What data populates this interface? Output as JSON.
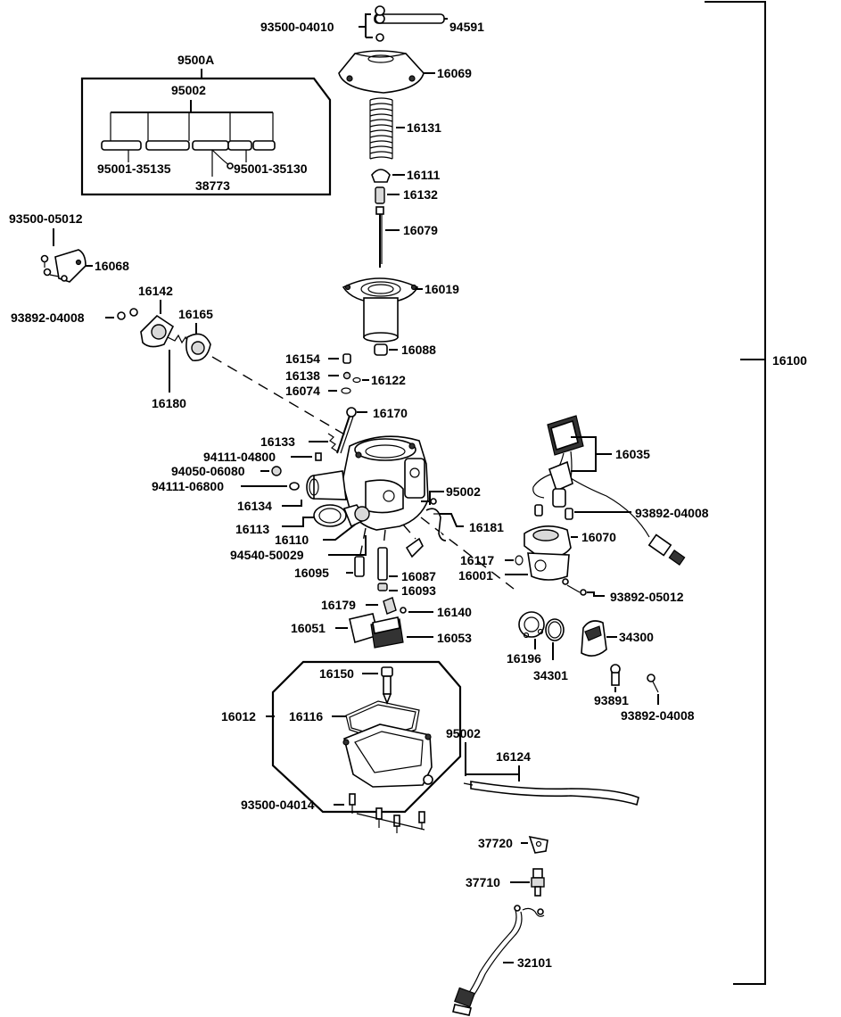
{
  "labels": {
    "p93500_04010": "93500-04010",
    "p94591": "94591",
    "p16069": "16069",
    "p9500A": "9500A",
    "p95002_a": "95002",
    "p16131": "16131",
    "p95001_35135": "95001-35135",
    "p95001_35130": "95001-35130",
    "p38773": "38773",
    "p16111": "16111",
    "p16132": "16132",
    "p93500_05012": "93500-05012",
    "p16079": "16079",
    "p16068": "16068",
    "p16019": "16019",
    "p16142": "16142",
    "p16165": "16165",
    "p93892_04008_a": "93892-04008",
    "p16088": "16088",
    "p16180": "16180",
    "p16154": "16154",
    "p16138": "16138",
    "p16122": "16122",
    "p16074": "16074",
    "p16100": "16100",
    "p16170": "16170",
    "p16133": "16133",
    "p94111_04800": "94111-04800",
    "p94050_06080": "94050-06080",
    "p94111_06800": "94111-06800",
    "p16035": "16035",
    "p95002_b": "95002",
    "p16134": "16134",
    "p16181": "16181",
    "p93892_04008_b": "93892-04008",
    "p16113": "16113",
    "p16110": "16110",
    "p94540_50029": "94540-50029",
    "p16070": "16070",
    "p16117": "16117",
    "p16001": "16001",
    "p16095": "16095",
    "p16087": "16087",
    "p16093": "16093",
    "p93892_05012": "93892-05012",
    "p16179": "16179",
    "p16140": "16140",
    "p16051": "16051",
    "p16053": "16053",
    "p34300": "34300",
    "p16196": "16196",
    "p34301": "34301",
    "p16150": "16150",
    "p93891": "93891",
    "p93892_04008_c": "93892-04008",
    "p16012": "16012",
    "p16116": "16116",
    "p95002_c": "95002",
    "p16124": "16124",
    "p93500_04014": "93500-04014",
    "p37720": "37720",
    "p37710": "37710",
    "p32101": "32101"
  },
  "icons": {
    "carburetor": "carburetor-body-icon",
    "float_bowl": "float-bowl-icon",
    "diaphragm": "diaphragm-icon",
    "spring": "spring-icon",
    "needle": "jet-needle-icon",
    "auto_choke": "auto-choke-icon",
    "wire_harness": "wire-harness-icon"
  }
}
